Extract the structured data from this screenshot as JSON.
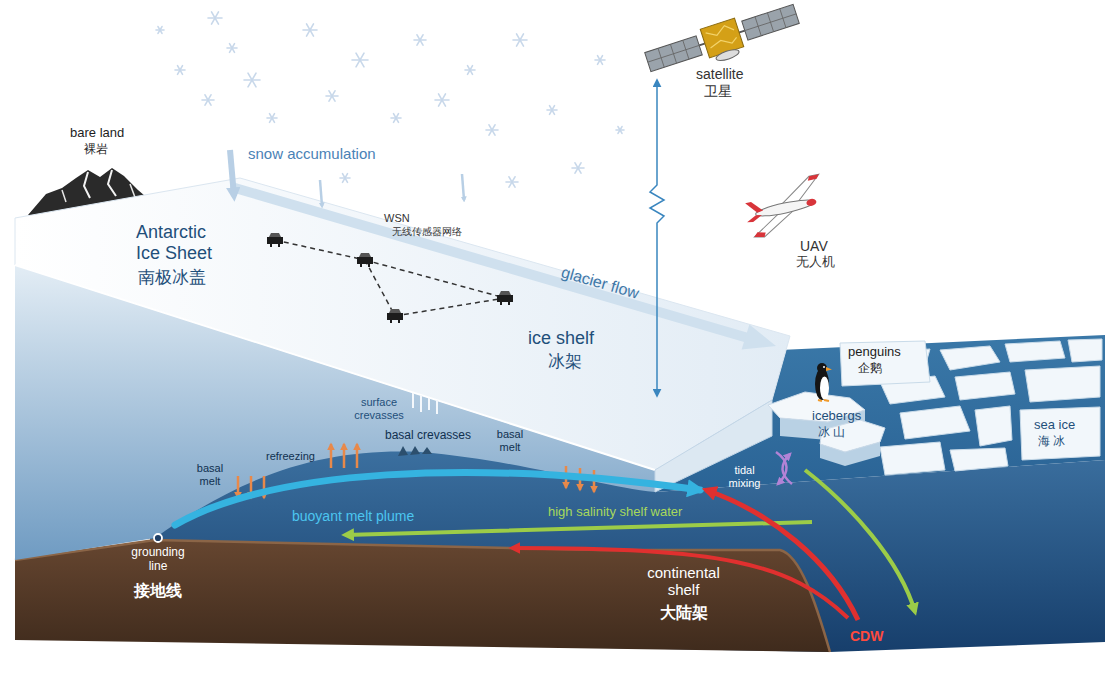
{
  "diagram": {
    "labels": [
      "bare land",
      "裸岩",
      "snow accumulation",
      "Antarctic Ice Sheet",
      "南极冰盖",
      "WSN",
      "无线传感器网络",
      "glacier flow",
      "satellite",
      "卫星",
      "UAV",
      "无人机",
      "penguins",
      "企鹅",
      "ice shelf",
      "冰架",
      "surface crevasses",
      "basal crevasses",
      "basal melt",
      "refreezing",
      "basal melt",
      "buoyant melt plume",
      "tidal mixing",
      "icebergs",
      "冰 山",
      "sea ice",
      "海 冰",
      "high salinity shelf water",
      "grounding line",
      "接地线",
      "continental shelf",
      "大陆架",
      "CDW"
    ]
  }
}
